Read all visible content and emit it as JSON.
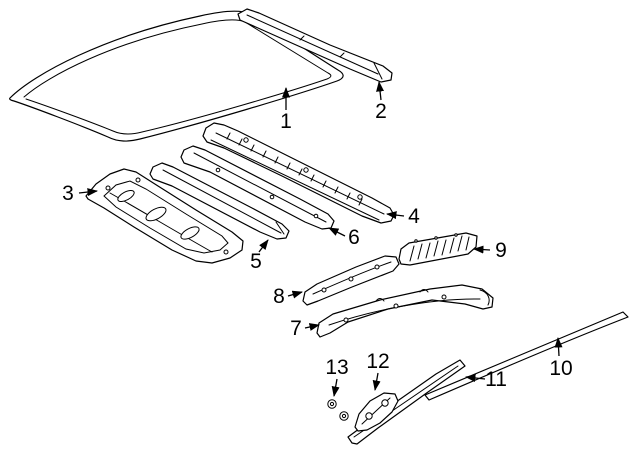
{
  "diagram": {
    "background_color": "#ffffff",
    "line_color": "#000000",
    "callouts": [
      {
        "label": "1"
      },
      {
        "label": "2"
      },
      {
        "label": "3"
      },
      {
        "label": "4"
      },
      {
        "label": "5"
      },
      {
        "label": "6"
      },
      {
        "label": "7"
      },
      {
        "label": "8"
      },
      {
        "label": "9"
      },
      {
        "label": "10"
      },
      {
        "label": "11"
      },
      {
        "label": "12"
      },
      {
        "label": "13"
      }
    ]
  }
}
